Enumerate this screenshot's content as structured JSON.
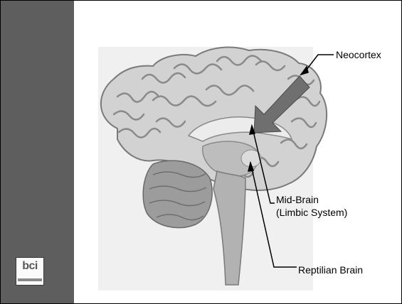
{
  "logo": {
    "text": "bci"
  },
  "diagram": {
    "labels": {
      "neocortex": "Neocortex",
      "midbrain_line1": "Mid-Brain",
      "midbrain_line2": "(Limbic System)",
      "reptilian": "Reptilian Brain"
    }
  },
  "colors": {
    "sidebar": "#5e5e5e",
    "panel": "#f0f0f0",
    "cortex": "#d2d2d2",
    "sulcus": "#7a7a7a",
    "cerebellum": "#9c9c9c",
    "arrow": "#6f6f6f"
  }
}
